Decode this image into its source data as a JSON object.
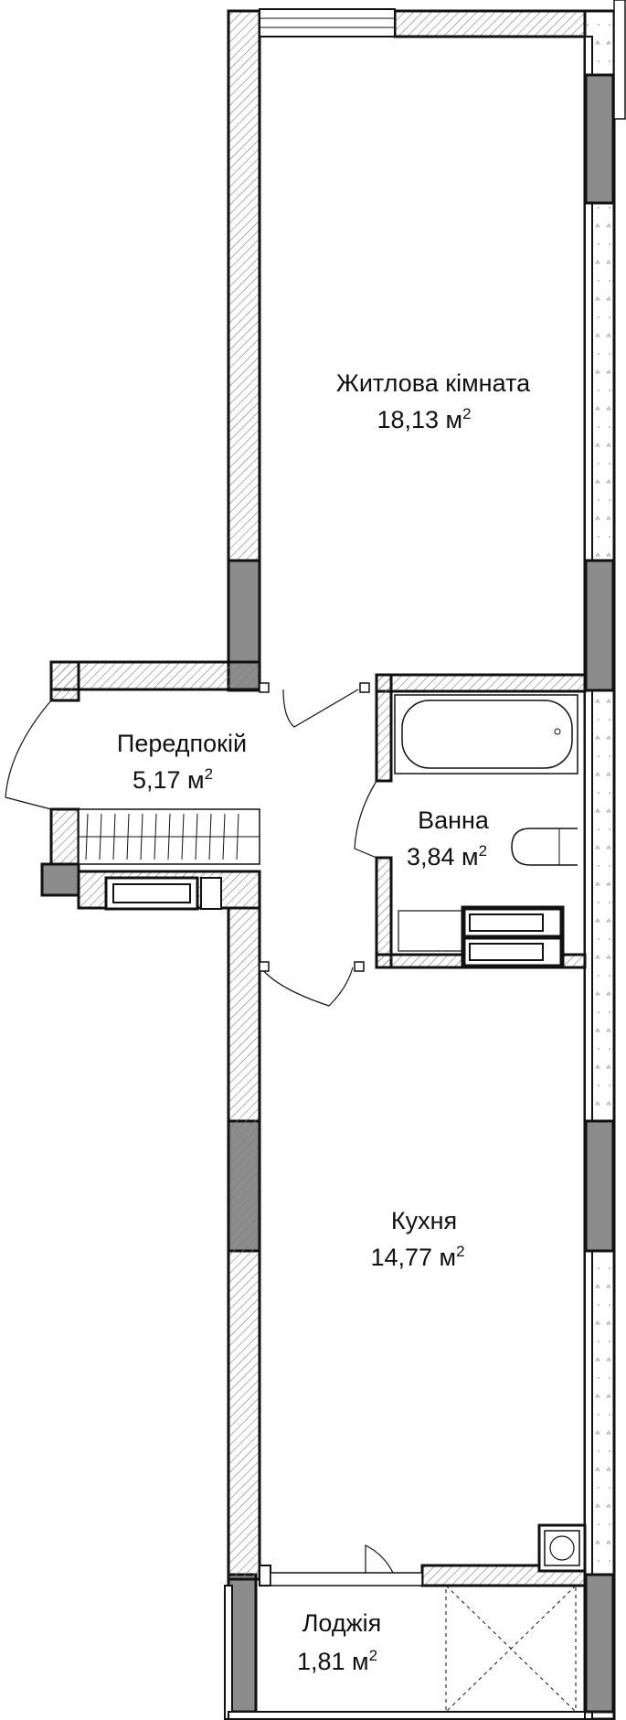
{
  "rooms": [
    {
      "id": "living",
      "name": "Житлова кімната",
      "area": "18,13 м",
      "unit_sup": "2"
    },
    {
      "id": "hall",
      "name": "Передпокій",
      "area": "5,17 м",
      "unit_sup": "2"
    },
    {
      "id": "bath",
      "name": "Ванна",
      "area": "3,84 м",
      "unit_sup": "2"
    },
    {
      "id": "kitchen",
      "name": "Кухня",
      "area": "14,77 м",
      "unit_sup": "2"
    },
    {
      "id": "loggia",
      "name": "Лоджія",
      "area": "1,81 м",
      "unit_sup": "2"
    }
  ],
  "colors": {
    "wall": "#111111",
    "column_fill": "#8c8c8c",
    "hatch": "#777777",
    "background": "#ffffff"
  }
}
